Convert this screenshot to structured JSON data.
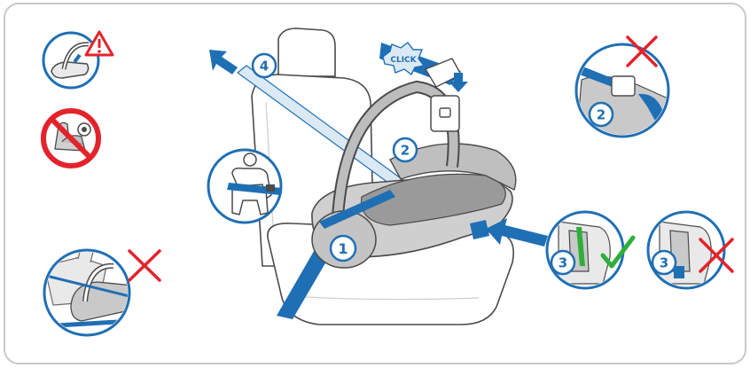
{
  "colors": {
    "frame": "#c8c8c8",
    "blue": "#1f6fb5",
    "blue_light": "#dbe9f5",
    "red": "#e3232b",
    "green": "#2fae3a",
    "seat_gray": "#e9e9e9",
    "carrier_gray": "#a9a9a9",
    "line": "#4a4a4a"
  },
  "step_labels": {
    "step1": "1",
    "step2_main": "2",
    "step2_inset": "2",
    "step3_ok": "3",
    "step3_wrong": "3",
    "step4": "4"
  },
  "click_badge": "CLICK",
  "icons": {
    "warning": "warning-triangle-icon",
    "no_front_airbag": "no-airbag-prohibition-icon",
    "check": "green-check-icon",
    "cross": "red-cross-icon"
  }
}
